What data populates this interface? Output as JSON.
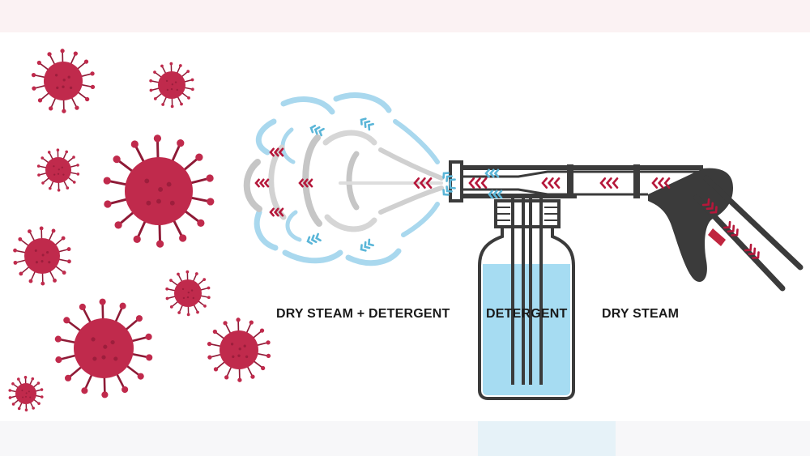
{
  "labels": {
    "mix": "DRY STEAM + DETERGENT",
    "detergent": "DETERGENT",
    "steam": "DRY STEAM"
  },
  "colors": {
    "virus": "#c02a4c",
    "virus_dark": "#8e1a36",
    "arrow_red": "#b5173a",
    "arrow_blue": "#5bb6d8",
    "mist_blue": "#a9d8ee",
    "mist_gray": "#c6c6c6",
    "detergent": "#a6dcf2",
    "gun": "#3b3b3b",
    "gun_trigger": "#c0253f"
  },
  "icons": [
    "virus-icon",
    "steam-cloud-icon",
    "spray-gun-icon",
    "detergent-bottle-icon",
    "chevron-arrow-icon"
  ]
}
